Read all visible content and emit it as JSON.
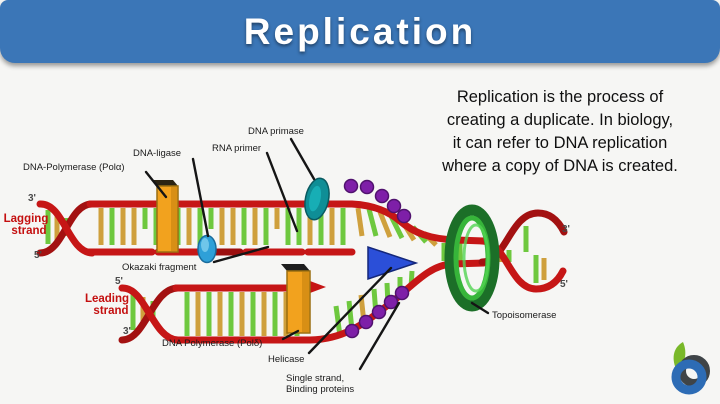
{
  "header": {
    "title": "Replication",
    "bg_color": "#3b76b7",
    "text_color": "#ffffff"
  },
  "description": {
    "lines": [
      "Replication is the process of",
      "creating a duplicate. In biology,",
      "it can refer to DNA replication",
      "where a copy of DNA is created."
    ]
  },
  "diagram": {
    "labels": {
      "dna_polymerase_alpha": "DNA-Polymerase (Polα)",
      "dna_ligase": "DNA-ligase",
      "rna_primer": "RNA primer",
      "dna_primase": "DNA primase",
      "okazaki_fragment": "Okazaki fragment",
      "dna_polymerase_delta": "DNA Polymerase (Polδ)",
      "helicase": "Helicase",
      "single_strand_1": "Single strand,",
      "single_strand_2": "Binding proteins",
      "topoisomerase": "Topoisomerase",
      "lagging_1": "Lagging",
      "lagging_2": "strand",
      "leading_1": "Leading",
      "leading_2": "strand"
    },
    "markers": {
      "three_prime": "3'",
      "five_prime": "5'"
    },
    "colors": {
      "strand_red": "#c61616",
      "strand_dark_red": "#a31111",
      "primer_red": "#9c0f0f",
      "base_tan": "#cfa03d",
      "base_green": "#6ec83e",
      "polymerase_orange": "#f2a21e",
      "primase_teal": "#0f8e96",
      "ligase_blue": "#2fa0d8",
      "helicase_blue": "#2b4fd8",
      "ssb_purple": "#7e1fa8",
      "topoisomerase_green": "#1c6f28"
    }
  },
  "logo": {
    "name": "biology-online-logo"
  }
}
